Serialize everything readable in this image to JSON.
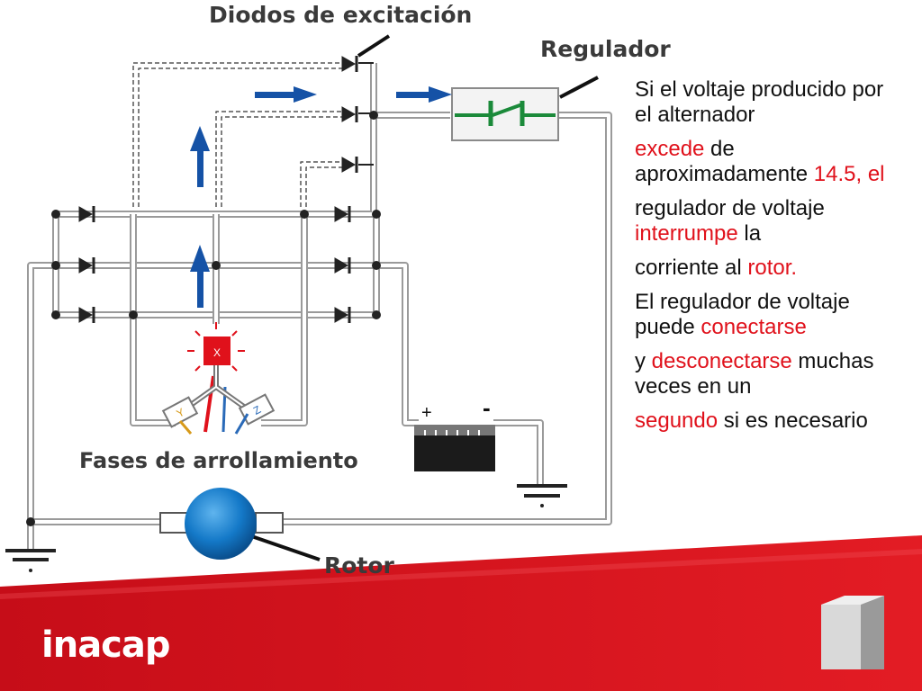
{
  "titles": {
    "diodos": "Diodos de excitación",
    "regulador": "Regulador",
    "fases": "Fases de arrollamiento",
    "rotor": "Rotor"
  },
  "phases": {
    "x": "X",
    "y": "Y",
    "z": "Z"
  },
  "battery": {
    "plus": "+",
    "minus": "-"
  },
  "paragraphs": [
    {
      "black1": "Si el voltaje producido por el alternador"
    },
    {
      "red1": "excede",
      "black1": " de aproximadamente ",
      "red2": "14.5, el"
    },
    {
      "black1": "regulador de voltaje ",
      "red1": "interrumpe",
      "black2": " la"
    },
    {
      "black1": "corriente al ",
      "red1": "rotor."
    },
    {
      "black1": "El regulador de voltaje puede ",
      "red1": "conectarse"
    },
    {
      "black1": "y ",
      "red1": "desconectarse",
      "black2": " muchas veces en un"
    },
    {
      "red1": "segundo",
      "black1": " si es necesario"
    }
  ],
  "footer": {
    "logo": "inacap"
  },
  "colors": {
    "accent_red": "#e0111b",
    "arrow_blue": "#1552a6",
    "switch_green": "#1b8a3a",
    "footer_red": "#d40f1c"
  }
}
